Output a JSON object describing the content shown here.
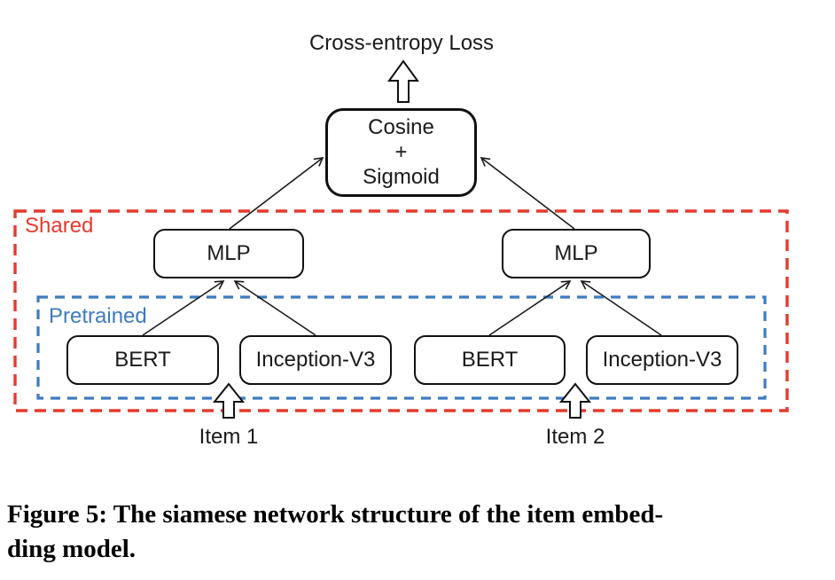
{
  "diagram": {
    "loss_label": "Cross-entropy Loss",
    "cosine_box": {
      "line1": "Cosine",
      "line2": "+",
      "line3": "Sigmoid"
    },
    "shared_group": {
      "label": "Shared",
      "border_color": "#e43a2e"
    },
    "pretrained_group": {
      "label": "Pretrained",
      "border_color": "#3e7bc0"
    },
    "branches": {
      "left": {
        "mlp": "MLP",
        "bert": "BERT",
        "inception": "Inception-V3",
        "input": "Item 1"
      },
      "right": {
        "mlp": "MLP",
        "bert": "BERT",
        "inception": "Inception-V3",
        "input": "Item 2"
      }
    },
    "colors": {
      "box_border": "#111111",
      "arrow": "#1a1a1a"
    }
  },
  "caption": {
    "line1": "Figure 5: The siamese network structure of the item embed-",
    "line2": "ding model."
  }
}
